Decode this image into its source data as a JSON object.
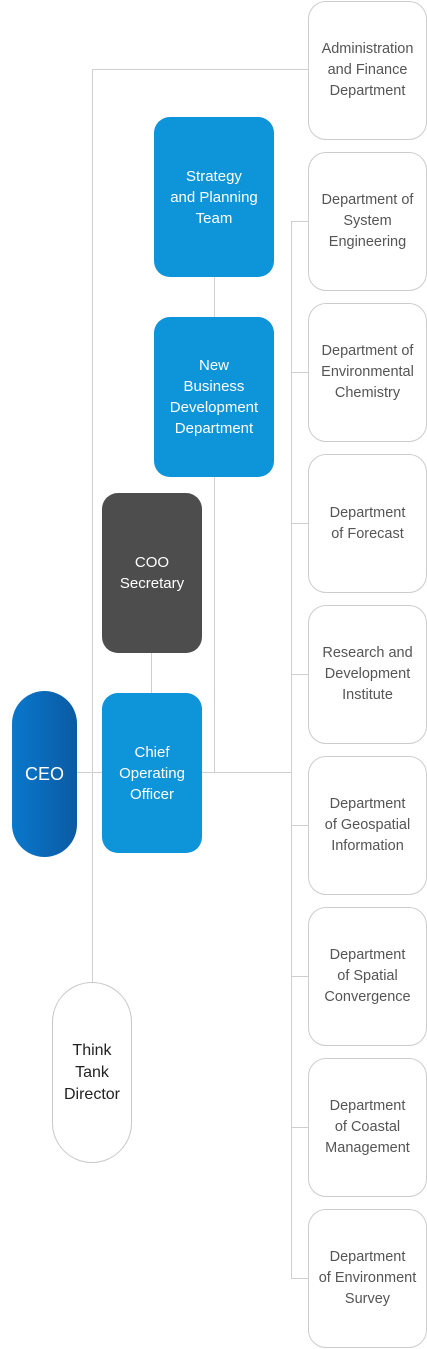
{
  "ceo": {
    "label": "CEO"
  },
  "think_tank": {
    "label": "Think\nTank\nDirector"
  },
  "coo": {
    "label": "Chief\nOperating\nOfficer"
  },
  "coo_secretary": {
    "label": "COO\nSecretary"
  },
  "strategy_team": {
    "label": "Strategy\nand Planning\nTeam"
  },
  "new_business": {
    "label": "New\nBusiness\nDevelopment\nDepartment"
  },
  "departments": [
    {
      "label": "Administration\nand Finance\nDepartment"
    },
    {
      "label": "Department of\nSystem\nEngineering"
    },
    {
      "label": "Department of\nEnvironmental\nChemistry"
    },
    {
      "label": "Department\nof Forecast"
    },
    {
      "label": "Research and\nDevelopment\nInstitute"
    },
    {
      "label": "Department\nof Geospatial\nInformation"
    },
    {
      "label": "Department\nof Spatial\nConvergence"
    },
    {
      "label": "Department\nof Coastal\nManagement"
    },
    {
      "label": "Department\nof Environment\nSurvey"
    }
  ],
  "colors": {
    "primary_blue": "#0e94d8",
    "ceo_blue": "#0a78cc",
    "secretary_gray": "#4d4d4d",
    "connector_gray": "#cfcfcf",
    "outline_gray": "#cccccc"
  }
}
